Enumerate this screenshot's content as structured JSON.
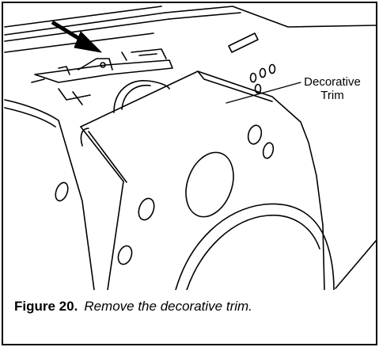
{
  "figure": {
    "label": "Figure 20.",
    "caption": "Remove the decorative trim."
  },
  "callouts": {
    "trim_line1": "Decorative",
    "trim_line2": "Trim"
  },
  "colors": {
    "ink": "#000000",
    "paper": "#ffffff"
  },
  "icons": {
    "pointer": "arrow-icon"
  }
}
